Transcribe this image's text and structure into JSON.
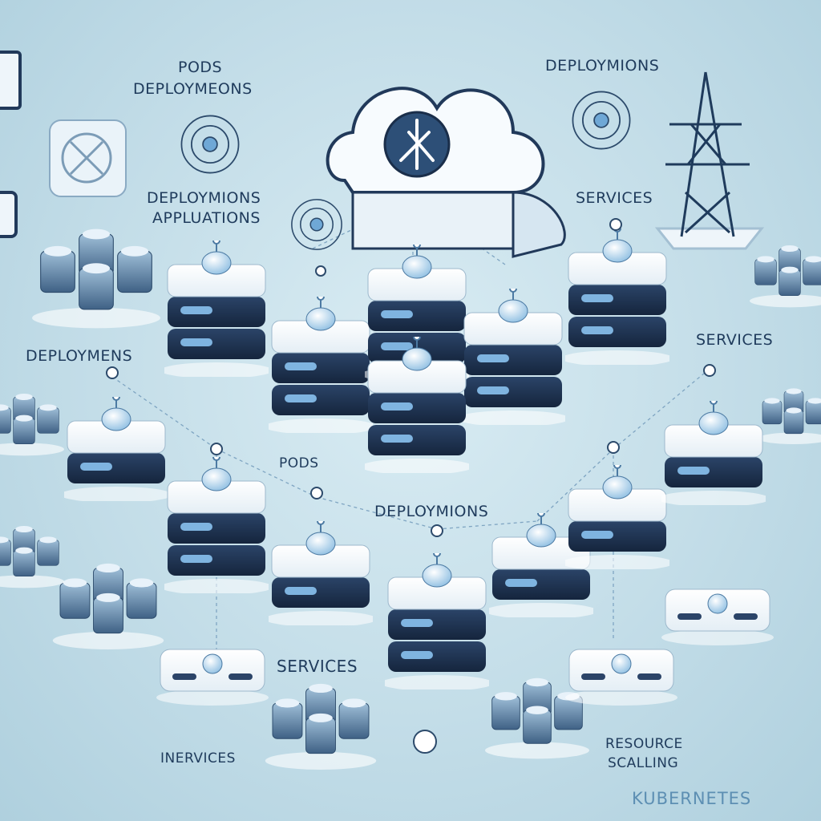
{
  "labels": {
    "pods_top": "PODS",
    "deploymions_top_left": "DEPLOYMEONS",
    "deploymions_top_right": "DEPLOYMIONS",
    "deploymions_applications_1": "DEPLOYMIONS",
    "deploymions_applications_2": "APPLUATIONS",
    "services_right": "SERVICES",
    "services_far_right": "SERVICES",
    "deploymens_left": "DEPLOYMENS",
    "pods_middle": "PODS",
    "deploymions_middle": "DEPLOYMIONS",
    "services_bottom": "SERVICES",
    "inervices": "INERVICES",
    "resource": "RESOURCE",
    "scalling": "SCALLING",
    "brand": "KUBERNETES"
  },
  "colors": {
    "background": "#c3dde8",
    "server_face": "#f4f8fb",
    "server_band": "#1c2f4a",
    "accent": "#6fa8d6",
    "ink": "#1f3b5c"
  },
  "icons": [
    "cloud-icon",
    "helm-icon",
    "node-server-icon",
    "transmission-tower-icon",
    "network-node-icon"
  ]
}
